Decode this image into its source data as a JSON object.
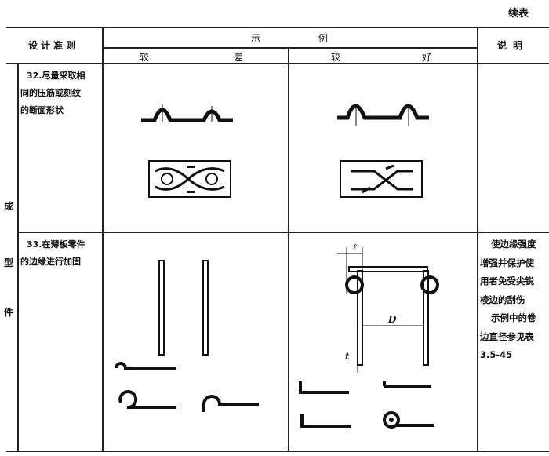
{
  "continued_label": "续表",
  "header": {
    "principle": "设计准则",
    "example": "示例",
    "worse_1": "较",
    "worse_2": "差",
    "better_1": "较",
    "better_2": "好",
    "notes": "说明"
  },
  "category": [
    "成",
    "型",
    "件"
  ],
  "rows": [
    {
      "principle": "32.尽量采取相同的压筋或刻纹的断面形状",
      "principle_lines": [
        "32.尽量采取相",
        "同的压筋或刻纹",
        "的断面形状"
      ],
      "notes_lines": []
    },
    {
      "principle": "33.在薄板零件的边缘进行加固",
      "principle_lines": [
        "33.在薄板零件",
        "的边缘进行加固"
      ],
      "notes_lines": [
        "使边缘强度",
        "增强并保护使",
        "用者免受尖锐",
        "棱边的刮伤",
        "示例中的卷",
        "边直径参见表",
        "3.5-45"
      ]
    }
  ],
  "drawing_labels": {
    "top": "ℓ",
    "diameter": "D",
    "thickness": "t"
  }
}
